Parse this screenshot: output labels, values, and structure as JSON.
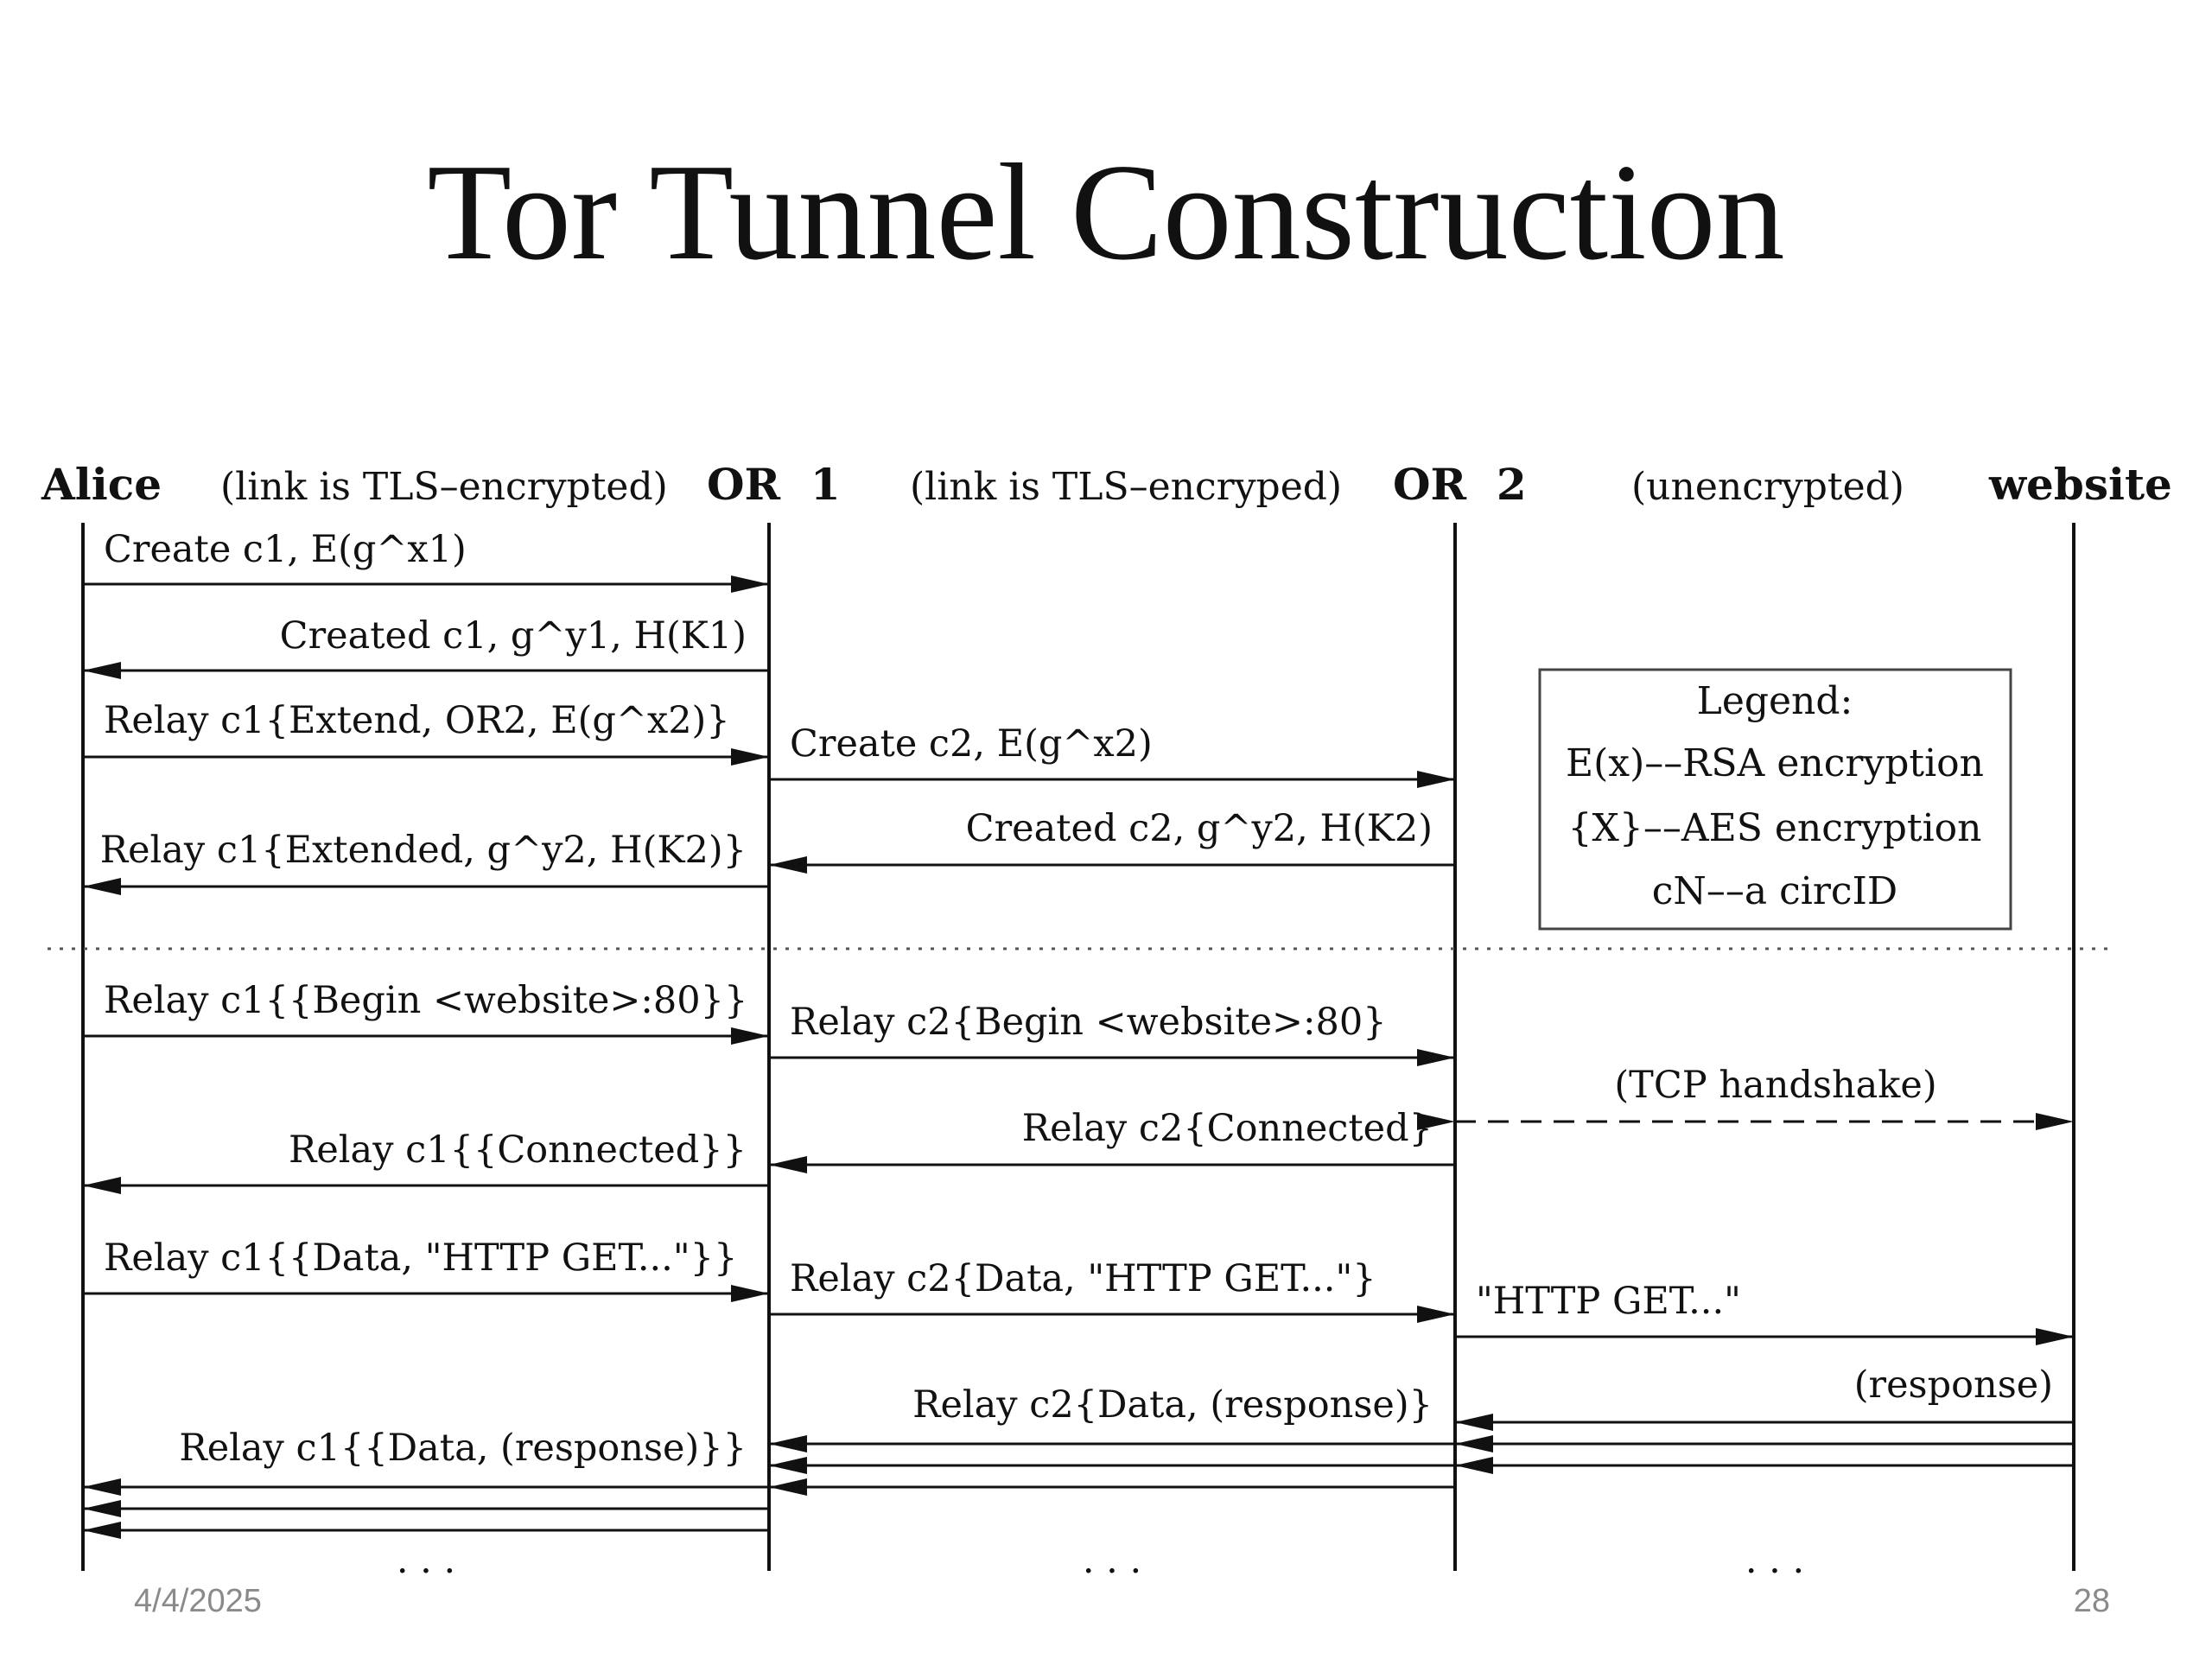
{
  "slide": {
    "title": "Tor Tunnel Construction",
    "date": "4/4/2025",
    "page_number": "28"
  },
  "participants": [
    {
      "id": "alice",
      "label": "Alice"
    },
    {
      "id": "or1",
      "label": "OR  1"
    },
    {
      "id": "or2",
      "label": "OR  2"
    },
    {
      "id": "website",
      "label": "website"
    }
  ],
  "link_notes": [
    {
      "label": "(link is TLS–encrypted)"
    },
    {
      "label": "(link is TLS–encryped)"
    },
    {
      "label": "(unencrypted)"
    }
  ],
  "messages": [
    {
      "label": "Create c1, E(g^x1)",
      "from": "alice",
      "to": "or1"
    },
    {
      "label": "Created c1, g^y1, H(K1)",
      "from": "or1",
      "to": "alice"
    },
    {
      "label": "Relay c1{Extend, OR2, E(g^x2)}",
      "from": "alice",
      "to": "or1"
    },
    {
      "label": "Create c2, E(g^x2)",
      "from": "or1",
      "to": "or2"
    },
    {
      "label": "Created c2, g^y2, H(K2)",
      "from": "or2",
      "to": "or1"
    },
    {
      "label": "Relay c1{Extended, g^y2, H(K2)}",
      "from": "or1",
      "to": "alice"
    },
    {
      "label": "Relay c1{{Begin <website>:80}}",
      "from": "alice",
      "to": "or1"
    },
    {
      "label": "Relay c2{Begin <website>:80}",
      "from": "or1",
      "to": "or2"
    },
    {
      "label": "(TCP handshake)",
      "from": "or2",
      "to": "website",
      "style": "dashed-bidirectional"
    },
    {
      "label": "Relay c2{Connected}",
      "from": "or2",
      "to": "or1"
    },
    {
      "label": "Relay c1{{Connected}}",
      "from": "or1",
      "to": "alice"
    },
    {
      "label": "Relay c1{{Data, \"HTTP GET...\"}}",
      "from": "alice",
      "to": "or1"
    },
    {
      "label": "Relay c2{Data, \"HTTP GET...\"}",
      "from": "or1",
      "to": "or2"
    },
    {
      "label": "\"HTTP GET...\"",
      "from": "or2",
      "to": "website"
    },
    {
      "label": "(response)",
      "from": "website",
      "to": "or2",
      "count": 3
    },
    {
      "label": "Relay c2{Data, (response)}",
      "from": "or2",
      "to": "or1",
      "count": 3
    },
    {
      "label": "Relay c1{{Data, (response)}}",
      "from": "or1",
      "to": "alice",
      "count": 3
    }
  ],
  "continuation": ". . .",
  "legend": {
    "title": "Legend:",
    "items": [
      "E(x)––RSA encryption",
      "{X}––AES encryption",
      "cN––a circID"
    ]
  }
}
